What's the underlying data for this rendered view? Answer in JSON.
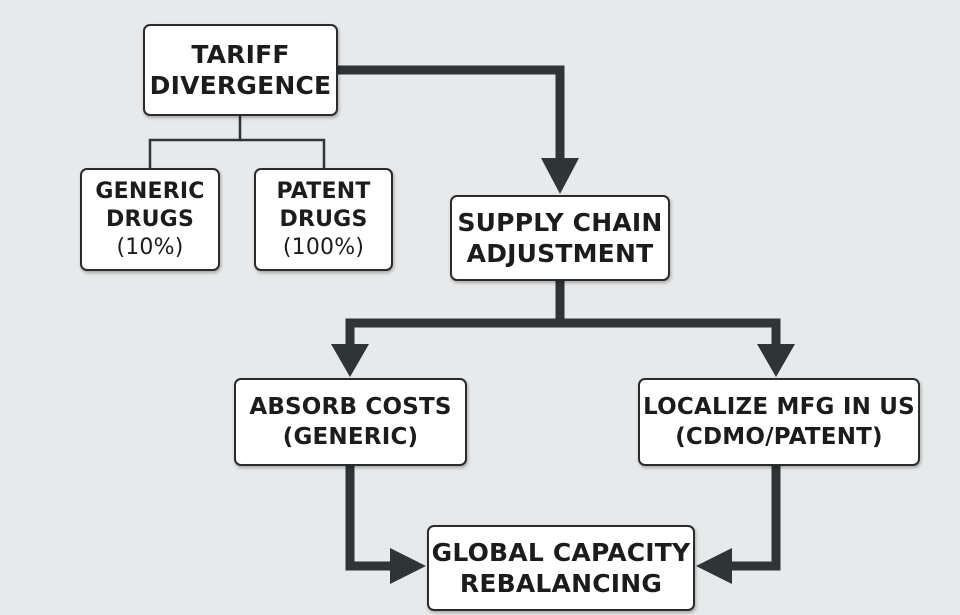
{
  "diagram": {
    "nodes": {
      "tariff_divergence": {
        "lines": [
          "TARIFF",
          "DIVERGENCE"
        ]
      },
      "generic_drugs": {
        "lines": [
          "GENERIC",
          "DRUGS",
          "(10%)"
        ]
      },
      "patent_drugs": {
        "lines": [
          "PATENT",
          "DRUGS",
          "(100%)"
        ]
      },
      "supply_chain_adjustment": {
        "lines": [
          "SUPPLY CHAIN",
          "ADJUSTMENT"
        ]
      },
      "absorb_costs": {
        "lines": [
          "ABSORB COSTS",
          "(GENERIC)"
        ]
      },
      "localize_mfg": {
        "lines": [
          "LOCALIZE MFG IN US",
          "(CDMO/PATENT)"
        ]
      },
      "global_capacity": {
        "lines": [
          "GLOBAL CAPACITY",
          "REBALANCING"
        ]
      }
    },
    "edges": [
      {
        "from": "tariff_divergence",
        "to": "generic_drugs",
        "style": "thin-line"
      },
      {
        "from": "tariff_divergence",
        "to": "patent_drugs",
        "style": "thin-line"
      },
      {
        "from": "tariff_divergence",
        "to": "supply_chain_adjustment",
        "style": "thick-arrow"
      },
      {
        "from": "supply_chain_adjustment",
        "to": "absorb_costs",
        "style": "thick-arrow"
      },
      {
        "from": "supply_chain_adjustment",
        "to": "localize_mfg",
        "style": "thick-arrow"
      },
      {
        "from": "absorb_costs",
        "to": "global_capacity",
        "style": "thick-arrow"
      },
      {
        "from": "localize_mfg",
        "to": "global_capacity",
        "style": "thick-arrow"
      }
    ],
    "colors": {
      "background": "#e7e9ea",
      "connector": "#2f3436",
      "box_fill": "#ffffff",
      "box_border": "#2b2b2b",
      "text": "#1c1c1c"
    }
  }
}
